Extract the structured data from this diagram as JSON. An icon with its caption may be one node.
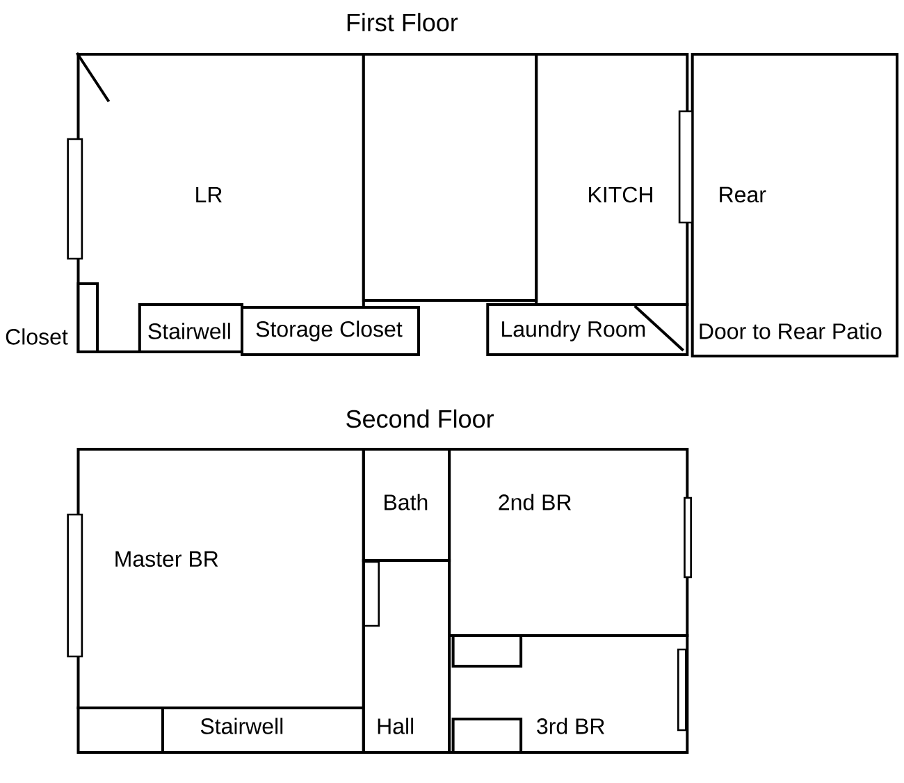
{
  "diagram": {
    "nodes": [
      {
        "text": [
          "LR"
        ]
      },
      {
        "text": [],
        "shape": "box"
      },
      {
        "text": [
          "KITCH"
        ]
      },
      {
        "text": [
          "Rear",
          "Door to Rear Patio"
        ]
      },
      {
        "text": [],
        "shape": "box",
        "beside": [
          "Closet"
        ],
        "in": 0
      },
      {
        "text": [
          "Stairwell"
        ],
        "in": 0
      },
      {
        "text": [
          "Storage Closet"
        ]
      },
      {
        "text": [
          "Laundry Room"
        ]
      },
      {
        "text": [
          "Master BR"
        ]
      },
      {
        "text": [
          "Bath"
        ]
      },
      {
        "text": [
          "Hall"
        ]
      },
      {
        "text": [
          "2nd BR"
        ]
      },
      {
        "text": [
          "3rd BR"
        ]
      },
      {
        "text": [],
        "shape": "box",
        "in": 12
      },
      {
        "text": [],
        "shape": "box",
        "in": 12
      },
      {
        "text": [
          "Stairwell"
        ]
      },
      {
        "text": [],
        "shape": "box"
      }
    ],
    "labels": [
      "First Floor",
      "Second Floor"
    ]
  }
}
